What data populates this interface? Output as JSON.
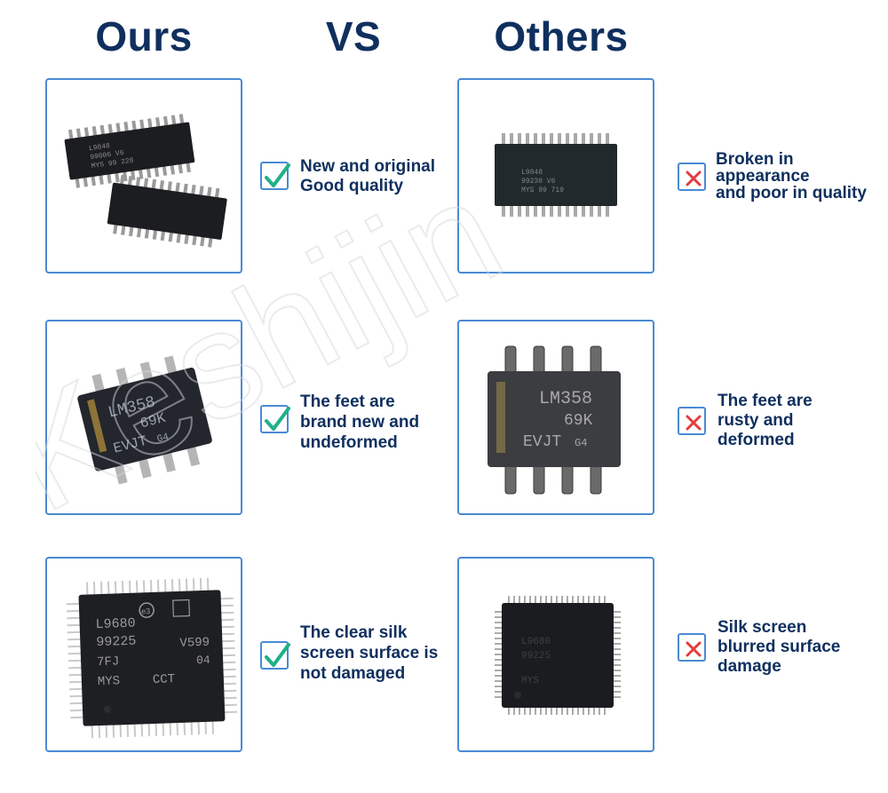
{
  "header": {
    "ours": "Ours",
    "vs": "VS",
    "others": "Others"
  },
  "colors": {
    "title": "#0f2f5e",
    "frame": "#4a8ad4",
    "check": "#1fb08a",
    "cross": "#e23c3c",
    "chip": "#1c1d20"
  },
  "rows": [
    {
      "ours_icon": "check-icon",
      "ours_text": "New and original\nGood quality",
      "ours_chip": {
        "line1": "L9848",
        "line2": "99006 V6",
        "line3": "MYS 99 228"
      },
      "others_icon": "cross-icon",
      "others_text": "Broken in\nappearance\nand poor in quality",
      "others_chip": {
        "line1": "L9848",
        "line2": "99230 V6",
        "line3": "MYS 99 719"
      }
    },
    {
      "ours_icon": "check-icon",
      "ours_text": "The feet are\nbrand new and\nundeformed",
      "ours_chip": {
        "line1": "LM358",
        "line2": "69K",
        "line3": "EVJT",
        "line4": "G4"
      },
      "others_icon": "cross-icon",
      "others_text": "The feet are\nrusty and\ndeformed",
      "others_chip": {
        "line1": "LM358",
        "line2": "69K",
        "line3": "EVJT",
        "line4": "G4"
      }
    },
    {
      "ours_icon": "check-icon",
      "ours_text": "The clear silk\nscreen surface is\nnot damaged",
      "ours_chip": {
        "line1": "L9680",
        "line2": "99225",
        "line3": "V599",
        "line4": "7FJ",
        "line5": "04",
        "line6": "MYS",
        "line7": "CCT",
        "line8": "e3"
      },
      "others_icon": "cross-icon",
      "others_text": "Silk screen\nblurred surface\ndamage",
      "others_chip": {
        "line1": "L9680",
        "line2": "99225",
        "line3": "MYS"
      }
    }
  ],
  "watermark": "Keshijin"
}
